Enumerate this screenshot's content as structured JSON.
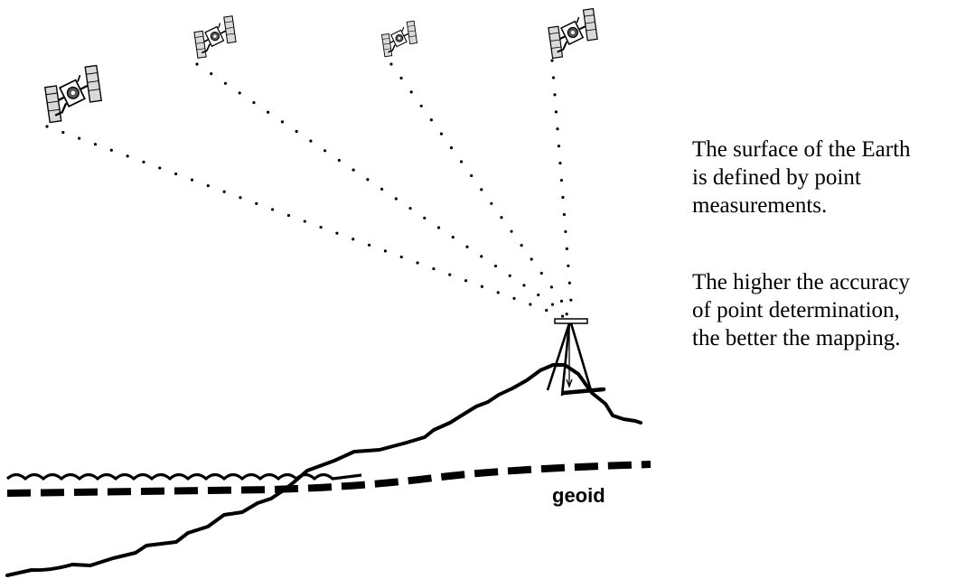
{
  "diagram": {
    "caption_lines": [
      "The surface of the Earth\nis defined by point\nmeasurements.",
      "The higher the accuracy\nof point determination,\nthe better the mapping."
    ],
    "geoid_label": "geoid",
    "colors": {
      "ink": "#000000",
      "background": "#ffffff",
      "panel": "#d9d9d9"
    },
    "icons": [
      "satellite-icon",
      "tripod-icon"
    ]
  }
}
